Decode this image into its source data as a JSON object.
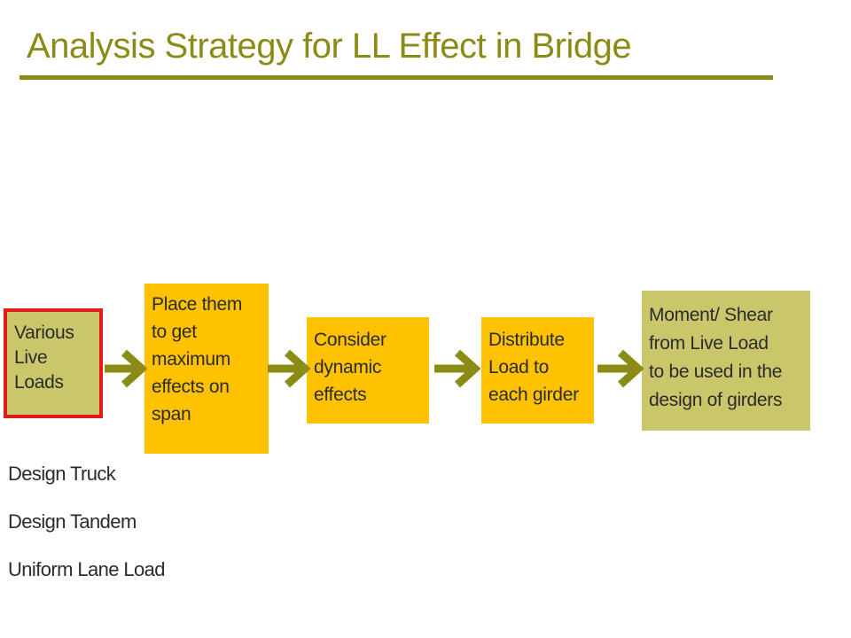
{
  "title": "Analysis Strategy for LL Effect in Bridge",
  "colors": {
    "accent": "#8a8c17",
    "olive": "#c9c769",
    "yellow": "#ffc200",
    "highlight": "#e21a1a"
  },
  "flow": {
    "steps": [
      {
        "id": "various-live-loads",
        "text": "Various\nLive\nLoads"
      },
      {
        "id": "place-loads",
        "text": "Place them\nto get\nmaximum\neffects on\nspan"
      },
      {
        "id": "consider-dynamic",
        "text": "Consider\ndynamic\neffects"
      },
      {
        "id": "distribute-load",
        "text": "Distribute\nLoad to\neach girder"
      },
      {
        "id": "moment-shear",
        "text": "Moment/ Shear\nfrom Live Load\nto be used in the\ndesign of girders"
      }
    ],
    "arrow_icon": "arrow-right-icon"
  },
  "load_types": [
    "Design Truck",
    "Design Tandem",
    "Uniform Lane Load"
  ]
}
